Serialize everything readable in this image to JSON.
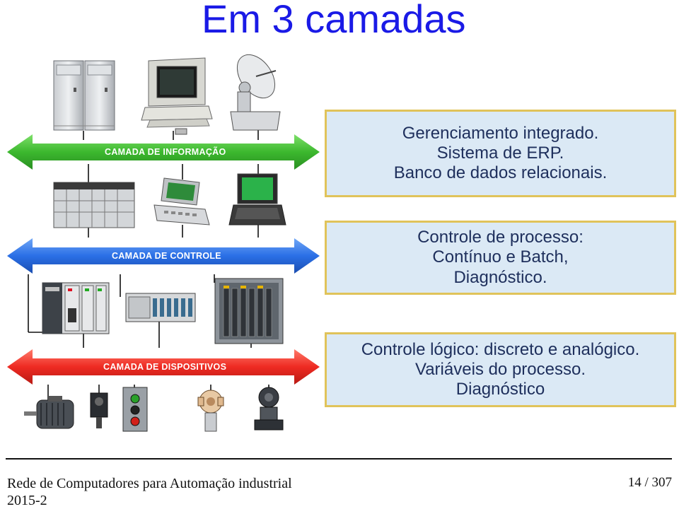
{
  "slide": {
    "title": "Em 3 camadas"
  },
  "layers": [
    {
      "band_label": "CAMADA DE INFORMAÇÃO",
      "color": "#3cb82e",
      "desc": [
        "Gerenciamento integrado.",
        "Sistema de ERP.",
        "Banco de dados relacionais."
      ],
      "devices": [
        "server-rack-icon",
        "workstation-icon",
        "satellite-dish-icon"
      ]
    },
    {
      "band_label": "CAMADA DE CONTROLE",
      "color": "#2a6fe6",
      "desc": [
        "Controle de processo:",
        "Contínuo e Batch,",
        "Diagnóstico."
      ],
      "devices": [
        "control-rack-icon",
        "handheld-terminal-icon",
        "laptop-icon"
      ]
    },
    {
      "band_label": "CAMADA DE DISPOSITIVOS",
      "color": "#ee2a22",
      "desc": [
        "Controle lógico: discreto e analógico.",
        "Variáveis do processo.",
        "Diagnóstico"
      ],
      "devices": [
        "plc-icon",
        "io-module-icon",
        "io-chassis-icon",
        "motor-icon",
        "sensor-icon",
        "push-button-station-icon",
        "valve-actuator-icon",
        "pressure-transmitter-icon"
      ]
    }
  ],
  "footer": {
    "course": "Rede de Computadores para Automação industrial",
    "term": "2015-2",
    "page": "14 / 307"
  }
}
